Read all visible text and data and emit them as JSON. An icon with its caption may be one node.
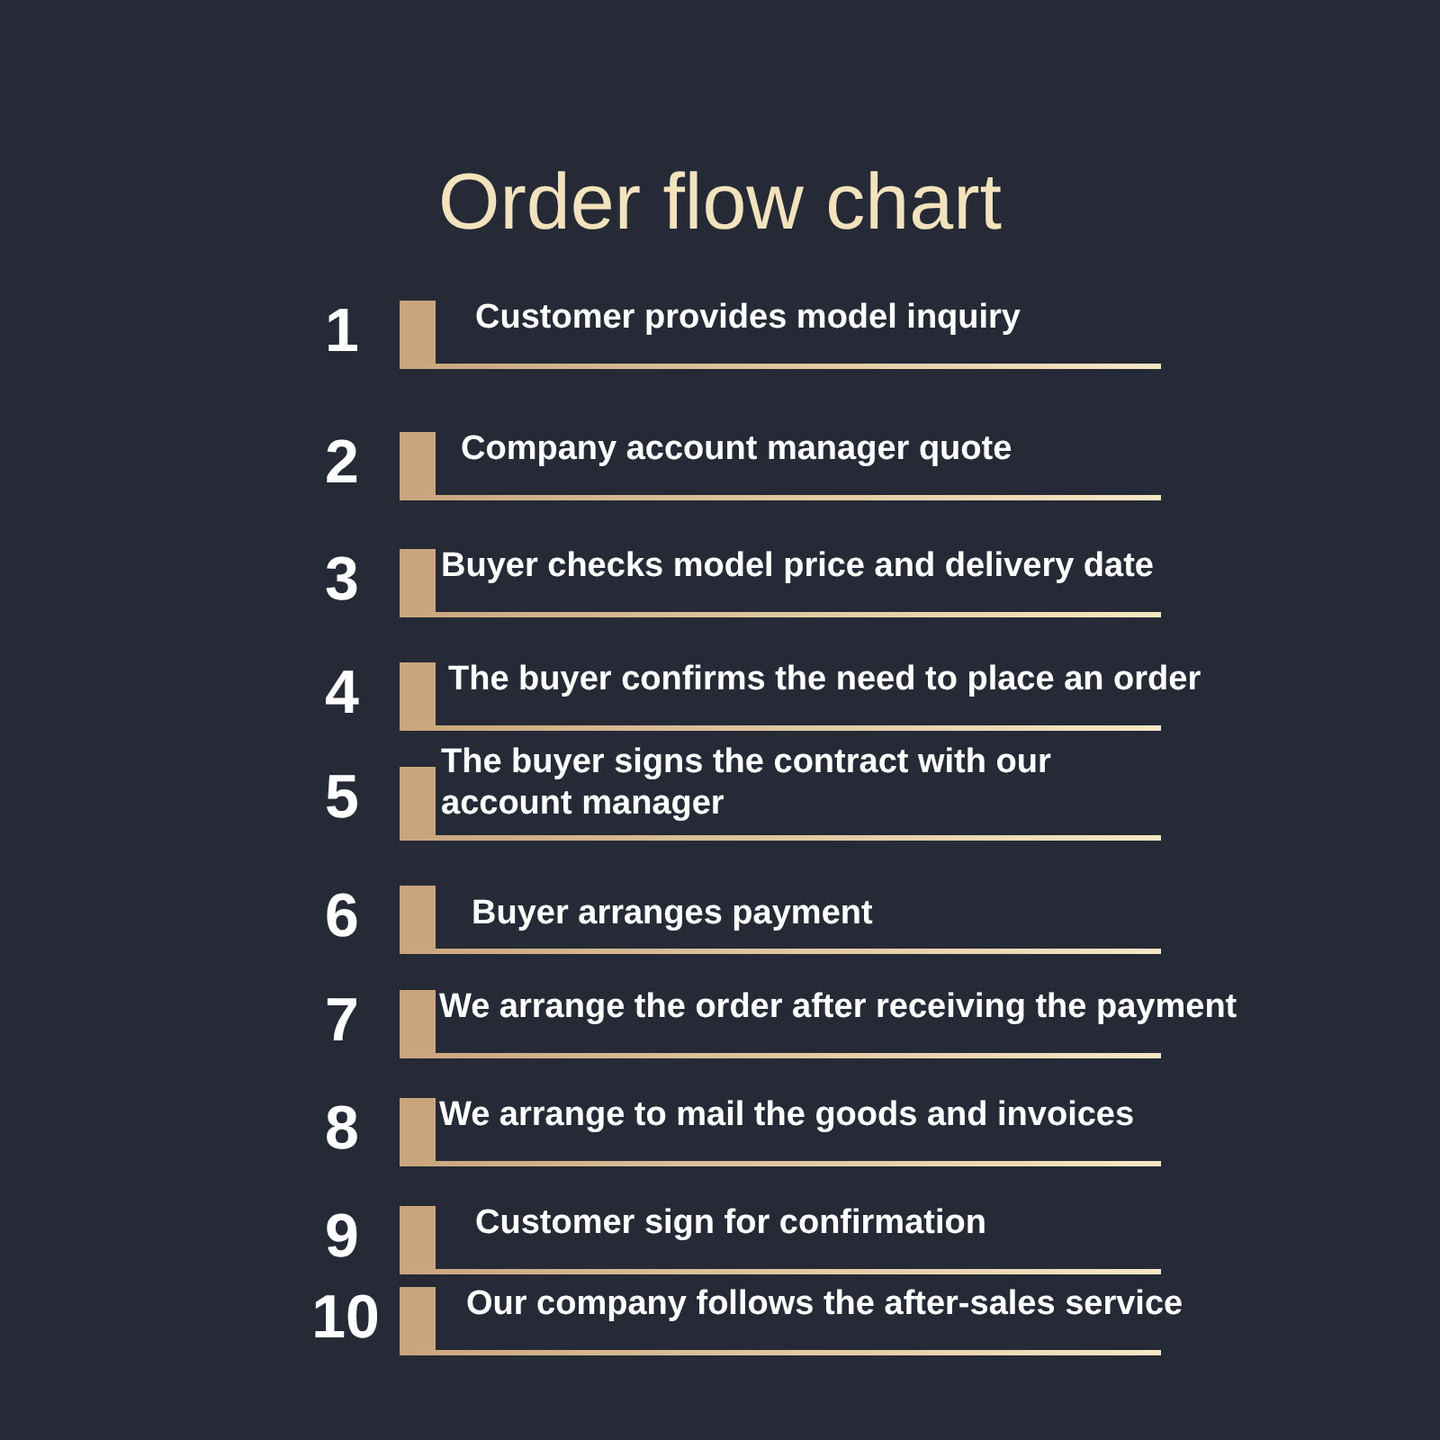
{
  "diagram": {
    "title": "Order flow chart",
    "labels": [
      "1",
      "Customer provides model inquiry",
      "2",
      "Company account manager quote",
      "3",
      "Buyer checks model price and delivery date",
      "4",
      "The buyer confirms the need to place an order",
      "5",
      "The buyer signs the contract with our account manager",
      "6",
      "Buyer arranges payment",
      "7",
      "We arrange the order after receiving the payment",
      "8",
      "We arrange to mail the goods and invoices",
      "9",
      "Customer sign for confirmation",
      "10",
      "Our company follows the after-sales service"
    ]
  }
}
